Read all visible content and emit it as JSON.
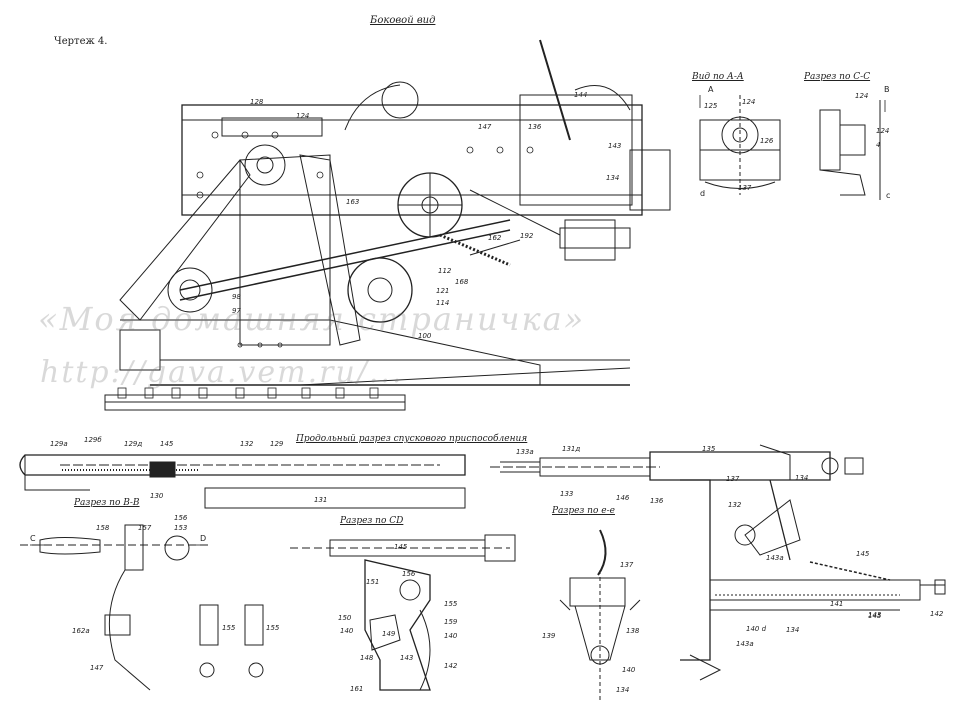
{
  "plate": {
    "sheet_label": "Чертеж 4.",
    "view_title": "Боковой вид"
  },
  "section_titles": {
    "view_a": "Вид по А-А",
    "section_c": "Разрез по С-С",
    "longitudinal": "Продольный разрез спускового приспособления",
    "section_b": "Разрез по В-В",
    "section_cd": "Разрез по CD",
    "section_e": "Разрез по е-е"
  },
  "watermark": {
    "line1": "«Моя домашняя страничка»",
    "line2": "http://gava.vem.ru/..."
  },
  "callouts": {
    "side": [
      "128",
      "124",
      "147",
      "136",
      "144",
      "143",
      "134",
      "163",
      "162",
      "97",
      "98",
      "112",
      "121",
      "114",
      "100",
      "168",
      "192"
    ],
    "detail_a": [
      "125",
      "124",
      "126",
      "137"
    ],
    "detail_c": [
      "124",
      "124",
      "4"
    ],
    "longitudinal": [
      "129а",
      "129б",
      "129д",
      "145",
      "130",
      "132",
      "129",
      "131",
      "133а",
      "131д",
      "133",
      "146",
      "135",
      "136"
    ],
    "mechanism": [
      "137",
      "134",
      "132",
      "143а",
      "145",
      "141",
      "143",
      "142",
      "140 d",
      "134",
      "143а",
      "145"
    ],
    "section_b": [
      "158",
      "157",
      "156",
      "153",
      "162а",
      "147",
      "155",
      "155"
    ],
    "section_cd": [
      "145",
      "156",
      "155",
      "150",
      "151",
      "149",
      "159",
      "140",
      "140",
      "148",
      "143",
      "142",
      "161"
    ],
    "section_e": [
      "137",
      "139",
      "138",
      "140",
      "134"
    ]
  },
  "axis_letters": [
    "C",
    "D",
    "d",
    "c",
    "A",
    "B"
  ]
}
